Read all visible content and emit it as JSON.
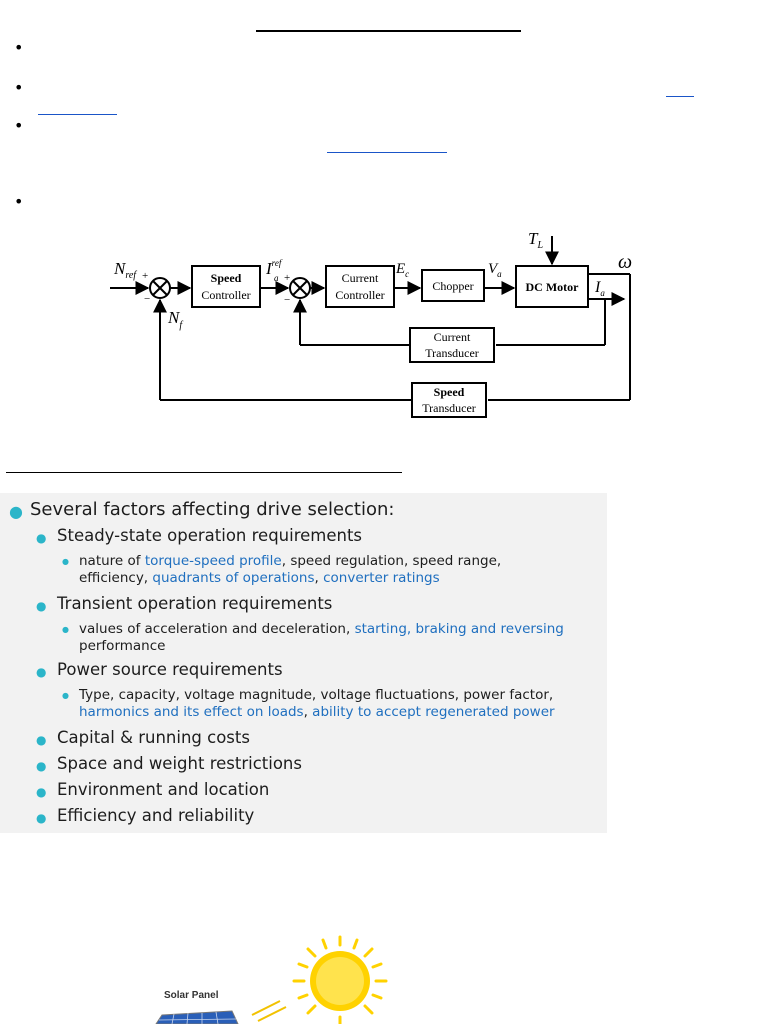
{
  "diagram": {
    "blocks": {
      "speed_controller": [
        "Speed",
        "Controller"
      ],
      "current_controller": [
        "Current",
        "Controller"
      ],
      "chopper": "Chopper",
      "dc_motor": "DC Motor",
      "current_transducer": [
        "Current",
        "Transducer"
      ],
      "speed_transducer": [
        "Speed",
        "Transducer"
      ]
    },
    "signals": {
      "n_ref": "N",
      "n_ref_sub": "ref",
      "n_f": "N",
      "n_f_sub": "f",
      "i_a_ref": "I",
      "i_a_ref_sub": "a",
      "i_a_ref_sup": "ref",
      "e_c": "E",
      "e_c_sub": "c",
      "v_a": "V",
      "v_a_sub": "a",
      "t_l": "T",
      "t_l_sub": "L",
      "i_a": "I",
      "i_a_sub": "a",
      "omega": "ω",
      "plus": "+",
      "minus": "−"
    }
  },
  "slide": {
    "heading": "Several factors affecting drive selection:",
    "steady": {
      "title": "Steady-state operation requirements",
      "p1": "nature of ",
      "l1": "torque-speed profile",
      "p2": ", speed regulation, speed range,",
      "p3": "efficiency, ",
      "l2": "quadrants of operations",
      "p4": ", ",
      "l3": "converter ratings"
    },
    "transient": {
      "title": "Transient operation requirements",
      "p1": "values of acceleration and deceleration, ",
      "l1": "starting, braking and reversing",
      "p2": "performance"
    },
    "power": {
      "title": "Power source requirements",
      "p1": "Type, capacity, voltage magnitude, voltage fluctuations, power factor,",
      "l1": "harmonics and its effect on loads",
      "p2": ", ",
      "l2": "ability to accept regenerated power"
    },
    "items": [
      "Capital & running costs",
      "Space and weight restrictions",
      "Environment and location",
      "Efficiency and reliability"
    ]
  },
  "solar": {
    "label": "Solar Panel"
  },
  "colors": {
    "link_blue": "#1f6fbf",
    "bullet_teal": "#2bb5c9",
    "sun_yellow": "#ffd200",
    "panel_blue": "#2a5fb8"
  }
}
